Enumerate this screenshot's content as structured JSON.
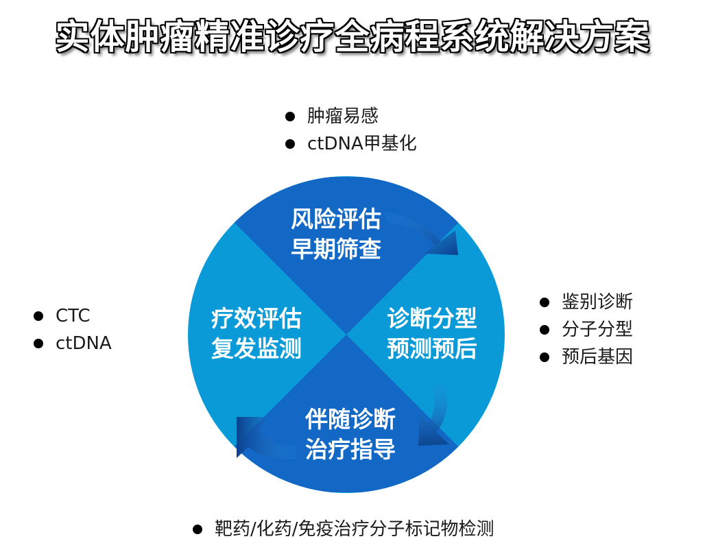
{
  "title": "实体肿瘤精准诊疗全病程系统解决方案",
  "quadrants": {
    "top": {
      "line1": "风险评估",
      "line2": "早期筛查"
    },
    "right": {
      "line1": "诊断分型",
      "line2": "预测预后"
    },
    "bottom": {
      "line1": "伴随诊断",
      "line2": "治疗指导"
    },
    "left": {
      "line1": "疗效评估",
      "line2": "复发监测"
    }
  },
  "bullets": {
    "top": [
      "肿瘤易感",
      "ctDNA甲基化"
    ],
    "left": [
      "CTC",
      "ctDNA"
    ],
    "right": [
      "鉴别诊断",
      "分子分型",
      "预后基因"
    ],
    "bottom": [
      "靶药/化药/免疫治疗分子标记物检测"
    ]
  },
  "colors": {
    "light_blue": "#0a9ad8",
    "dark_blue": "#1268c4",
    "arrow_start": "#1b7fd0",
    "arrow_end": "#0c3d8a"
  },
  "icons": {
    "arrow_top_right": "curved-arrow-clockwise",
    "arrow_right_bottom": "curved-arrow-clockwise",
    "arrow_bottom_left": "curved-arrow-clockwise"
  }
}
